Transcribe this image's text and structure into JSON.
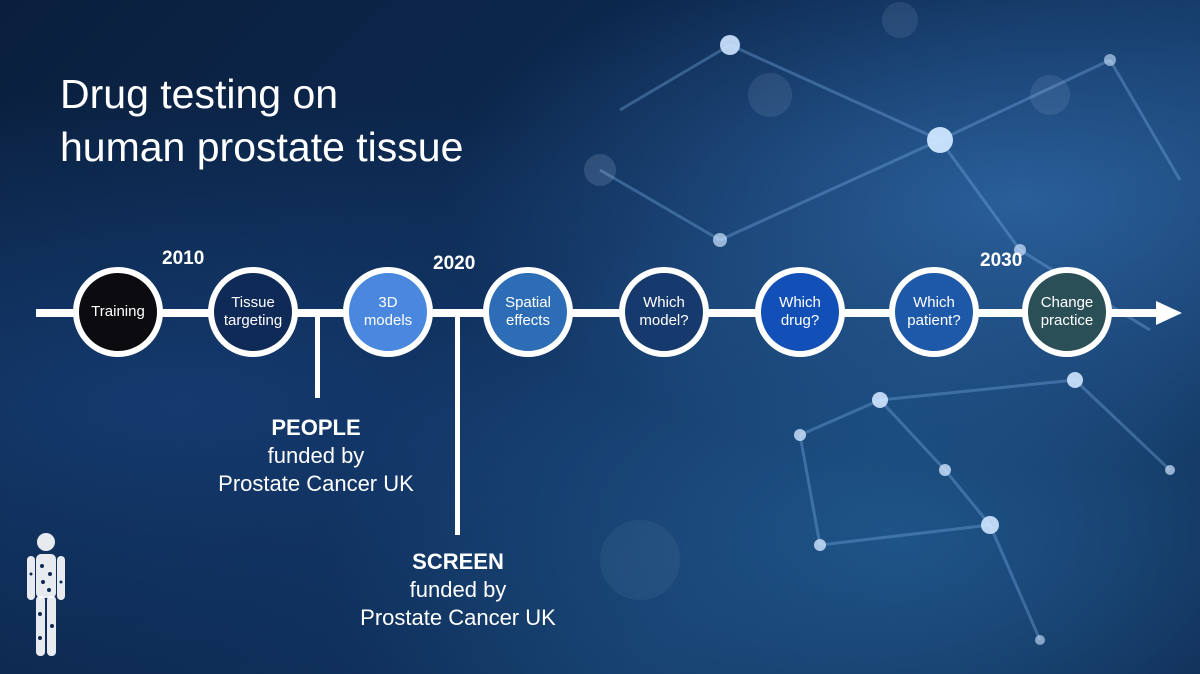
{
  "title": {
    "line1": "Drug testing on",
    "line2": "human prostate tissue"
  },
  "years": {
    "y2010": "2010",
    "y2020": "2020",
    "y2030": "2030"
  },
  "nodes": [
    {
      "id": "training",
      "line1": "Training",
      "line2": "",
      "color": "#0c0c10"
    },
    {
      "id": "tissue-targeting",
      "line1": "Tissue",
      "line2": "targeting",
      "color": "#0f2a57"
    },
    {
      "id": "3d-models",
      "line1": "3D",
      "line2": "models",
      "color": "#4a88e0"
    },
    {
      "id": "spatial-effects",
      "line1": "Spatial",
      "line2": "effects",
      "color": "#2d6db6"
    },
    {
      "id": "which-model",
      "line1": "Which",
      "line2": "model?",
      "color": "#163a6e"
    },
    {
      "id": "which-drug",
      "line1": "Which",
      "line2": "drug?",
      "color": "#1250b8"
    },
    {
      "id": "which-patient",
      "line1": "Which",
      "line2": "patient?",
      "color": "#1e58a8"
    },
    {
      "id": "change-practice",
      "line1": "Change",
      "line2": "practice",
      "color": "#2a4f57"
    }
  ],
  "people": {
    "heading": "PEOPLE",
    "line1": "funded by",
    "line2": "Prostate Cancer UK"
  },
  "screen": {
    "heading": "SCREEN",
    "line1": "funded by",
    "line2": "Prostate Cancer UK"
  }
}
